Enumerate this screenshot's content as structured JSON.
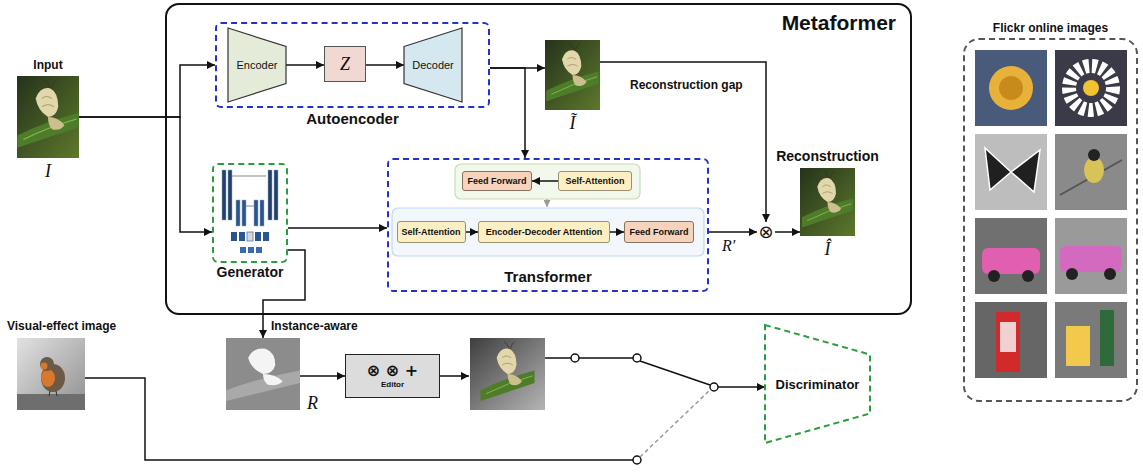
{
  "diagram": {
    "nodes": [
      {
        "text": [
          "Input",
          "I"
        ]
      },
      {
        "text": [
          "Metaformer"
        ]
      },
      {
        "text": [
          "Autoencoder"
        ],
        "in": 1
      },
      {
        "text": [
          "Encoder"
        ],
        "in": 2
      },
      {
        "text": [
          "Z"
        ],
        "in": 2
      },
      {
        "text": [
          "Decoder"
        ],
        "in": 2
      },
      {
        "text": [
          "Ĩ"
        ],
        "in": 1
      },
      {
        "text": [
          "Generator"
        ],
        "in": 1
      },
      {
        "text": [
          "Transformer"
        ],
        "in": 1
      },
      {
        "text": [
          "Feed Forward"
        ],
        "in": 8
      },
      {
        "text": [
          "Self-Attention"
        ],
        "in": 8
      },
      {
        "text": [
          "Self-Attention"
        ],
        "in": 8
      },
      {
        "text": [
          "Encoder-Decoder Attention"
        ],
        "in": 8
      },
      {
        "text": [
          "Feed Forward"
        ],
        "in": 8
      },
      {
        "text": [
          "⊗"
        ],
        "in": 1
      },
      {
        "text": [
          "Reconstruction",
          "Î"
        ],
        "in": 1
      },
      {
        "text": [
          "Flickr online images"
        ]
      },
      {
        "text": [
          "Visual-effect image"
        ]
      },
      {
        "text": [
          "R"
        ]
      },
      {
        "text": [
          "⊗ ⊗ +",
          "Editor"
        ]
      },
      {
        "text": [
          "Discriminator"
        ]
      }
    ],
    "edges": [
      {
        "from": 0,
        "to": 2,
        "arrow": "to"
      },
      {
        "from": 0,
        "to": 7,
        "arrow": "to"
      },
      {
        "from": 3,
        "to": 4,
        "arrow": "to"
      },
      {
        "from": 4,
        "to": 5,
        "arrow": "to"
      },
      {
        "from": 2,
        "to": 6,
        "arrow": "to"
      },
      {
        "from": 2,
        "to": 8,
        "arrow": "to"
      },
      {
        "from": 7,
        "to": 8,
        "arrow": "to"
      },
      {
        "from": 7,
        "to": 18,
        "arrow": "to",
        "label": "Instance-aware"
      },
      {
        "from": 10,
        "to": 9,
        "arrow": "to"
      },
      {
        "from": 11,
        "to": 12,
        "arrow": "to"
      },
      {
        "from": 12,
        "to": 13,
        "arrow": "to"
      },
      {
        "from": 6,
        "to": 14,
        "arrow": "to",
        "label": "Reconstruction gap"
      },
      {
        "from": 8,
        "to": 14,
        "arrow": "to",
        "label": "R′"
      },
      {
        "from": 14,
        "to": 15,
        "arrow": "to"
      },
      {
        "from": 18,
        "to": 19,
        "arrow": "to"
      },
      {
        "from": 17,
        "to": 20,
        "arrow": "to"
      }
    ]
  }
}
